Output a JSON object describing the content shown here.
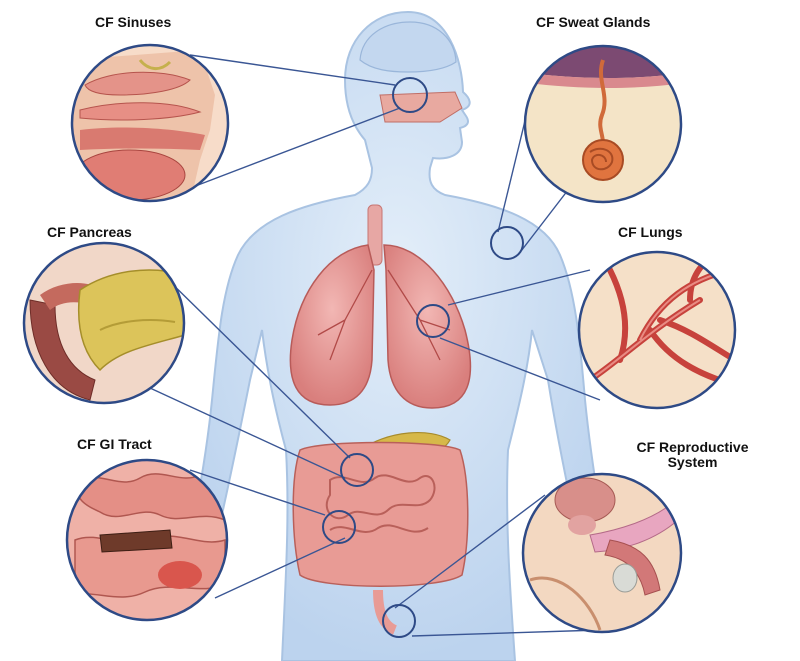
{
  "callouts": {
    "sinuses": "CF Sinuses",
    "sweat_glands": "CF Sweat Glands",
    "pancreas": "CF Pancreas",
    "lungs": "CF Lungs",
    "gi_tract": "CF GI Tract",
    "reproductive_line1": "CF Reproductive",
    "reproductive_line2": "System"
  },
  "colors": {
    "body_fill": "#cfe0f3",
    "body_edge": "#a9c3e2",
    "callout_ring": "#2e4a86",
    "leader_line": "#3a5694",
    "organ_pink": "#e69a9a",
    "organ_red": "#c9504f",
    "pancreas_yellow": "#d9c04a",
    "skin_tone": "#f3d9c4"
  }
}
